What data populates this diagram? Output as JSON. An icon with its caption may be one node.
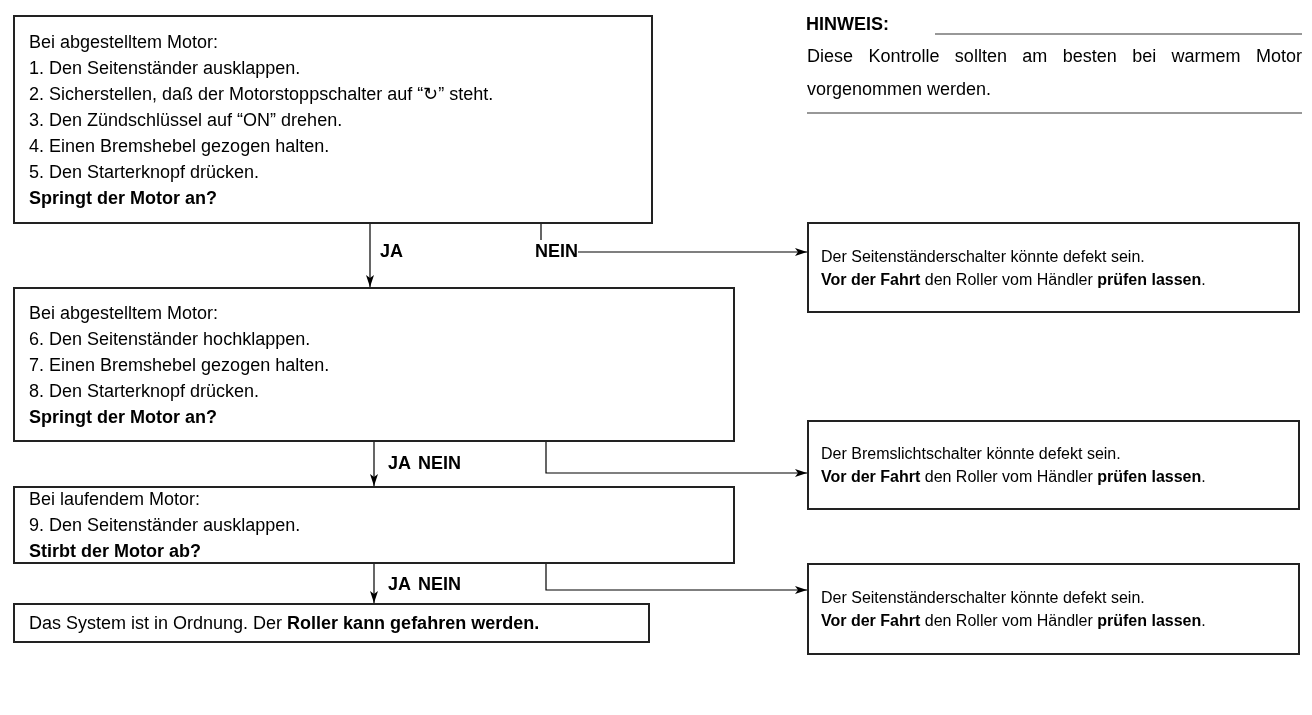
{
  "diagram": {
    "nodes": [
      {
        "text": [
          "Bei abgestelltem Motor:",
          "1. Den Seitenständer ausklappen.",
          "2. Sicherstellen, daß der Motorstoppschalter auf “↻” steht.",
          "3. Den Zündschlüssel auf “ON” drehen.",
          "4. Einen Bremshebel gezogen halten.",
          "5. Den Starterknopf drücken.",
          "Springt der Motor an?"
        ]
      },
      {
        "text": [
          "Bei abgestelltem Motor:",
          "6. Den Seitenständer hochklappen.",
          "7. Einen Bremshebel gezogen halten.",
          "8. Den Starterknopf drücken.",
          "Springt der Motor an?"
        ]
      },
      {
        "text": [
          "Bei laufendem Motor:",
          "9. Den Seitenständer ausklappen.",
          "Stirbt der Motor ab?"
        ]
      },
      {
        "text": [
          "Das System ist in Ordnung. Der **Roller kann gefahren werden.**"
        ]
      },
      {
        "text": [
          "Der Seitenständerschalter könnte defekt sein.",
          "**Vor der Fahrt** den Roller vom Händler **prüfen lassen**."
        ]
      },
      {
        "text": [
          "Der Bremslichtschalter könnte defekt sein.",
          "**Vor der Fahrt** den Roller vom Händler **prüfen lassen**."
        ]
      },
      {
        "text": [
          "Der Seitenständerschalter könnte defekt sein.",
          "**Vor der Fahrt** den Roller vom Händler **prüfen lassen**."
        ]
      }
    ],
    "edges": [
      {
        "from": 0,
        "to": 1,
        "arrow": "to",
        "label": "JA"
      },
      {
        "from": 0,
        "to": 4,
        "arrow": "to",
        "label": "NEIN"
      },
      {
        "from": 1,
        "to": 2,
        "arrow": "to",
        "label": "JA"
      },
      {
        "from": 1,
        "to": 5,
        "arrow": "to",
        "label": "NEIN"
      },
      {
        "from": 2,
        "to": 3,
        "arrow": "to",
        "label": "JA"
      },
      {
        "from": 2,
        "to": 6,
        "arrow": "to",
        "label": "NEIN"
      }
    ],
    "labels": [
      "HINWEIS:",
      "Diese Kontrolle sollten am besten bei warmem Motor vorgenommen werden."
    ]
  }
}
